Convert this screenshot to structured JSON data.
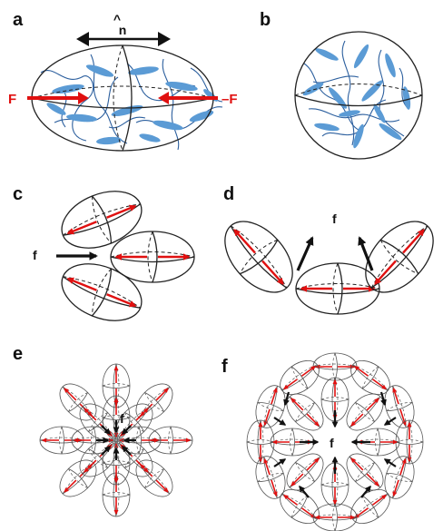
{
  "panels": {
    "a": {
      "label": "a",
      "director": "n",
      "director_hat": "^",
      "force_left": "F",
      "force_right": "–F"
    },
    "b": {
      "label": "b"
    },
    "c": {
      "label": "c",
      "force": "f"
    },
    "d": {
      "label": "d",
      "force": "f"
    },
    "e": {
      "label": "e",
      "force": "f"
    },
    "f": {
      "label": "f",
      "force": "f"
    }
  },
  "colors": {
    "force_dipole": "#e01010",
    "net_force": "#111111",
    "fibers": "#5b9bd5",
    "outline": "#222222"
  }
}
